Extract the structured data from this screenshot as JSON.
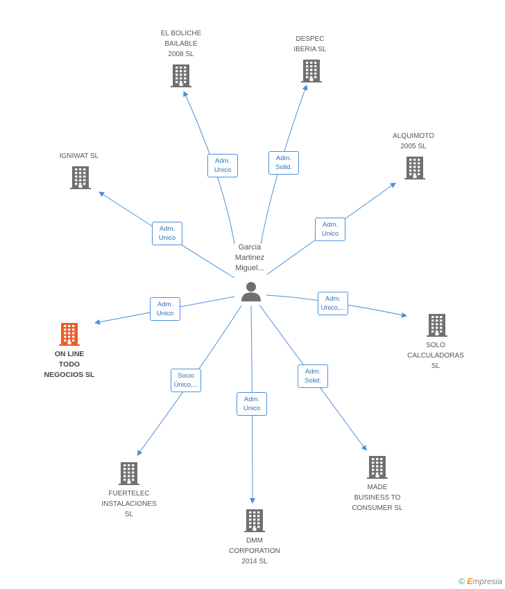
{
  "center": {
    "label": "Garcia\nMartinez\nMiguel..."
  },
  "colors": {
    "edge": "#4a90d9",
    "building": "#707070",
    "building_highlight": "#f05a28",
    "person": "#707070"
  },
  "nodes": [
    {
      "id": "el-boliche",
      "label": "EL BOLICHE\nBAILABLE\n2008 SL",
      "edge_label": "Adm.\nUnico",
      "highlight": false
    },
    {
      "id": "despec",
      "label": "DESPEC\nIBERIA SL",
      "edge_label": "Adm.\nSolid.",
      "highlight": false
    },
    {
      "id": "alquimoto",
      "label": "ALQUIMOTO\n2005 SL",
      "edge_label": "Adm.\nUnico",
      "highlight": false
    },
    {
      "id": "igniwat",
      "label": "IGNIWAT SL",
      "edge_label": "Adm.\nUnico",
      "highlight": false
    },
    {
      "id": "on-line",
      "label": "ON LINE\nTODO\nNEGOCIOS SL",
      "edge_label": "Adm.\nUnico",
      "highlight": true
    },
    {
      "id": "solo-calc",
      "label": "SOLO\nCALCULADORAS\nSL",
      "edge_label": "Adm.\nUnico,...",
      "highlight": false
    },
    {
      "id": "fuertelec",
      "label": "FUERTELEC\nINSTALACIONES\nSL",
      "edge_label": "Socio\nÚnico,...",
      "highlight": false
    },
    {
      "id": "dmm",
      "label": "DMM\nCORPORATION\n2014  SL",
      "edge_label": "Adm.\nUnico",
      "highlight": false
    },
    {
      "id": "made",
      "label": "MADE\nBUSINESS TO\nCONSUMER SL",
      "edge_label": "Adm.\nSolid.",
      "highlight": false
    }
  ],
  "watermark": {
    "copyright": "©",
    "brand_e": "E",
    "brand_rest": "mpresia"
  }
}
